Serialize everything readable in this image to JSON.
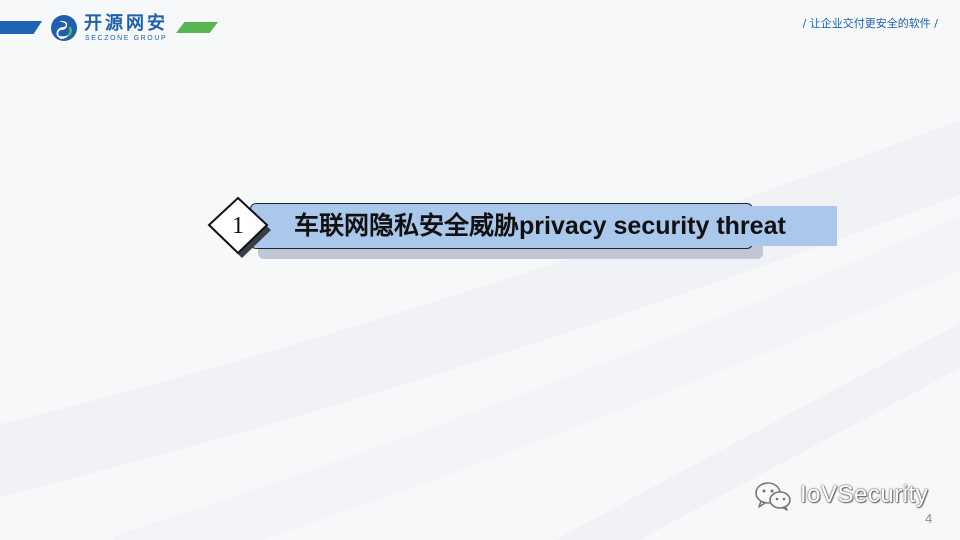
{
  "header": {
    "logo_cn": "开源网安",
    "logo_en": "SECZONE GROUP",
    "slogan": "/ 让企业交付更安全的软件 /"
  },
  "section": {
    "number": "1",
    "title": "车联网隐私安全威胁privacy security threat"
  },
  "watermark": {
    "text": "IoVSecurity",
    "icon": "wechat-icon"
  },
  "page_number": "4",
  "colors": {
    "brand_blue": "#1e5fae",
    "accent_green": "#59b552",
    "title_fill": "#a9c8ec",
    "background": "#f7f8fa"
  }
}
